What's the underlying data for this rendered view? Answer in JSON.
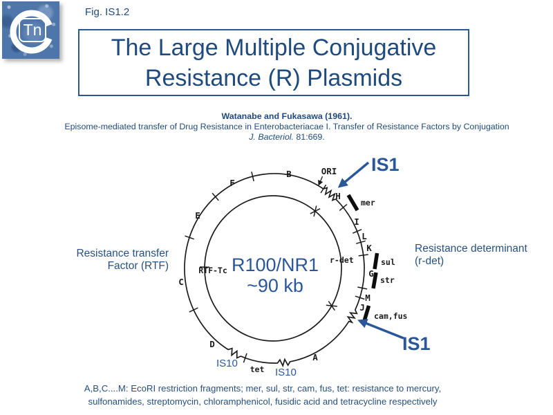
{
  "logo": {
    "tn": "Tn"
  },
  "fig_label": "Fig. IS1.2",
  "title": {
    "lines": [
      "The Large Multiple Conjugative",
      "Resistance (R) Plasmids"
    ]
  },
  "citation": {
    "authors": "Watanabe and Fukasawa (1961).",
    "title": "Episome-mediated transfer of Drug Resistance in Enterobacteriacae I. Transfer of Resistance Factors by Conjugation",
    "journal": "J. Bacteriol.",
    "ref": " 81:669."
  },
  "diagram": {
    "plasmid_name": "R100/NR1",
    "plasmid_size": "~90 kb",
    "ori": "ORI",
    "is1": "IS1",
    "is10": "IS10",
    "fragments": {
      "a": "A",
      "b": "B",
      "c": "C",
      "d": "D",
      "e": "E",
      "f": "F",
      "g": "G",
      "h": "H",
      "i": "I",
      "j": "J",
      "k": "K",
      "l": "L",
      "m": "M"
    },
    "genes": {
      "mer": "mer",
      "sul": "sul",
      "str": "str",
      "cam_fus": "cam,fus",
      "tet": "tet"
    },
    "regions": {
      "r_det": "r-det",
      "rtf_tc": "RTF-Tc"
    },
    "rtf_caption": {
      "lines": [
        "Resistance transfer",
        "Factor (RTF)"
      ]
    },
    "rdet_caption": {
      "lines": [
        "Resistance determinant",
        "(r-det)"
      ]
    }
  },
  "footnote": {
    "lines": [
      "A,B,C....M: EcoRI restriction fragments; mer, sul, str, cam, fus, tet: resistance to mercury,",
      "sulfonamides, streptomycin, chloramphenicol, fusidic acid and tetracycline respectively"
    ]
  },
  "colors": {
    "accent_blue": "#2a579a",
    "text_blue": "#1f4a7d",
    "caption_blue": "#26507f",
    "scan_black": "#1b1b1b",
    "logo_blue": "#4e76aa"
  }
}
